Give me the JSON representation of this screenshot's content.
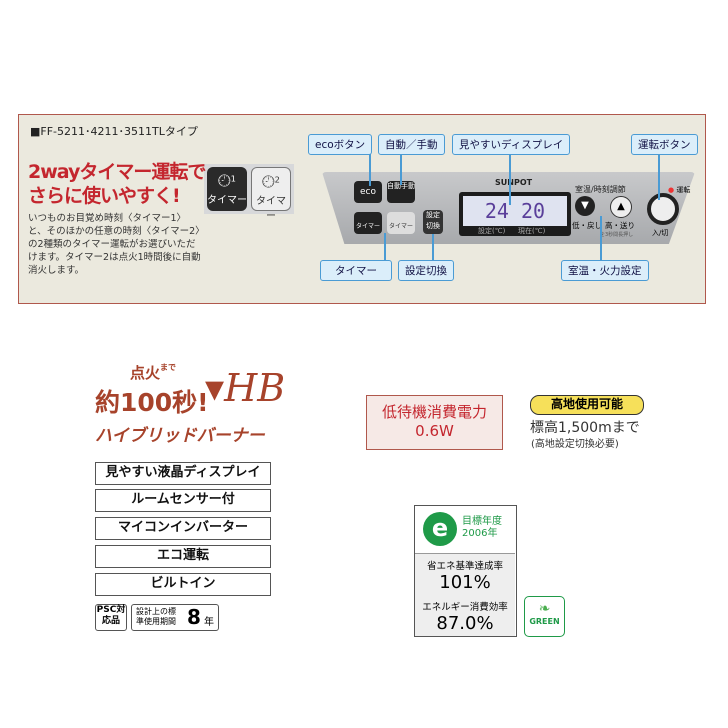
{
  "top": {
    "model": "■FF-5211･4211･3511TLタイプ",
    "headline": [
      "2wayタイマー運転で",
      "さらに使いやすく!"
    ],
    "description": "いつものお目覚め時刻〈タイマー1〉と、そのほかの任意の時刻〈タイマー2〉の2種類のタイマー運転がお選びいただけます。タイマー2は点火1時間後に自動消火します。",
    "timer_buttons": [
      {
        "label": "タイマー",
        "num": "1"
      },
      {
        "label": "タイマー",
        "num": "2"
      }
    ],
    "callouts": {
      "eco": "ecoボタン",
      "auto": "自動／手動",
      "display": "見やすいディスプレイ",
      "power": "運転ボタン",
      "timer": "タイマー",
      "setting": "設定切換",
      "temp": "室温・火力設定"
    },
    "device": {
      "brand": "SUNPOT",
      "eco": "eco",
      "auto": "自動手動",
      "timer1": "タイマー",
      "timer2": "タイマー",
      "setting": "設定切換",
      "display_set": "24",
      "display_now": "20",
      "set_label": "設定(℃)",
      "now_label": "現在(℃)",
      "adjust_title": "室温/時刻調節",
      "down_label": "低・戻し",
      "up_label": "高・送り",
      "hint": "を3秒間長押し",
      "run_label": "運転",
      "power_label": "入/切"
    }
  },
  "burner": {
    "line1": "点火",
    "line1_small": "まで",
    "line2": "約100秒!",
    "line3": "ハイブリッドバーナー",
    "logo": "HB"
  },
  "features": [
    "見やすい液晶ディスプレイ",
    "ルームセンサー付",
    "マイコンインバーター",
    "エコ運転",
    "ビルトイン"
  ],
  "psc": {
    "badge": "PSC対応品",
    "period_label": "設計上の標準使用期間",
    "years": "8",
    "unit": "年"
  },
  "standby": {
    "label": "低待機消費電力",
    "value": "0.6W"
  },
  "altitude": {
    "badge": "高地使用可能",
    "line1": "標高1,500mまで",
    "line2": "(高地設定切換必要)"
  },
  "energy": {
    "target_label": "目標年度",
    "target_year": "2006年",
    "rate_label": "省エネ基準達成率",
    "rate": "101%",
    "eff_label": "エネルギー消費効率",
    "eff": "87.0%",
    "green": "GREEN"
  },
  "colors": {
    "accent_red": "#c4262e",
    "brown": "#a7432b",
    "callout_blue": "#4a9bd4",
    "green": "#1f9a48"
  }
}
